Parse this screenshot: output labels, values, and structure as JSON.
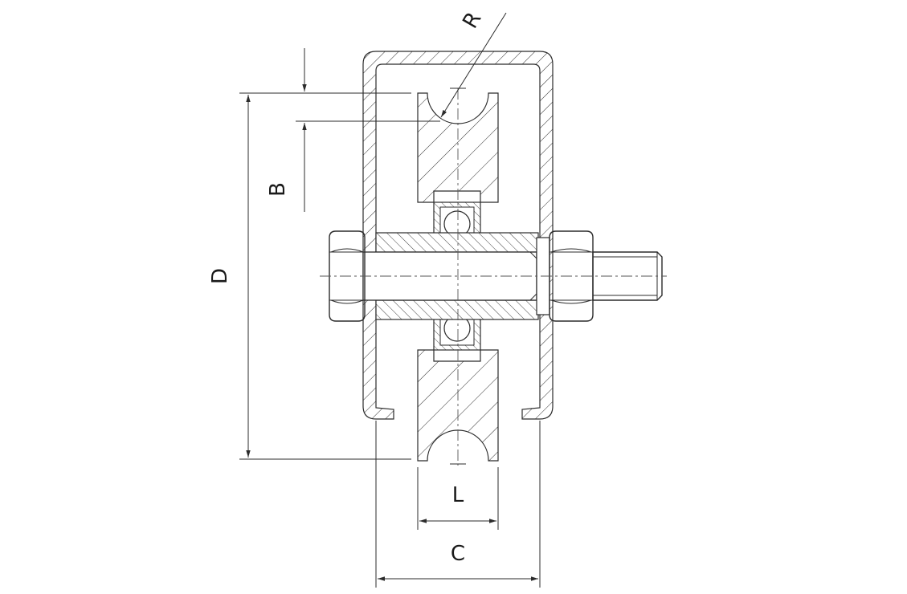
{
  "colors": {
    "line": "#2b2b2b",
    "background": "#ffffff",
    "label": "#1a1a1a"
  },
  "dimensions": {
    "R": "R",
    "B": "B",
    "D": "D",
    "L": "L",
    "C": "C"
  }
}
